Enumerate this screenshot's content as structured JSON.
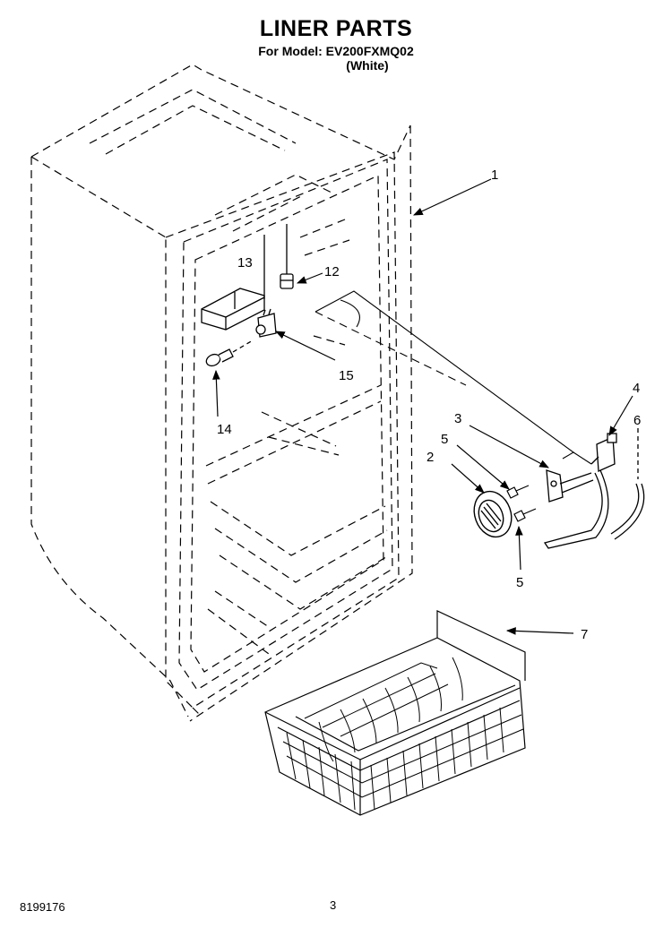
{
  "header": {
    "title": "LINER PARTS",
    "model_line": "For Model: EV200FXMQ02",
    "variant": "(White)"
  },
  "callouts": [
    {
      "id": "1",
      "label": "1"
    },
    {
      "id": "2",
      "label": "2"
    },
    {
      "id": "3",
      "label": "3"
    },
    {
      "id": "4",
      "label": "4"
    },
    {
      "id": "5a",
      "label": "5"
    },
    {
      "id": "5b",
      "label": "5"
    },
    {
      "id": "6",
      "label": "6"
    },
    {
      "id": "7",
      "label": "7"
    },
    {
      "id": "12",
      "label": "12"
    },
    {
      "id": "13",
      "label": "13"
    },
    {
      "id": "14",
      "label": "14"
    },
    {
      "id": "15",
      "label": "15"
    }
  ],
  "footer": {
    "doc_number": "8199176",
    "page_number": "3"
  }
}
